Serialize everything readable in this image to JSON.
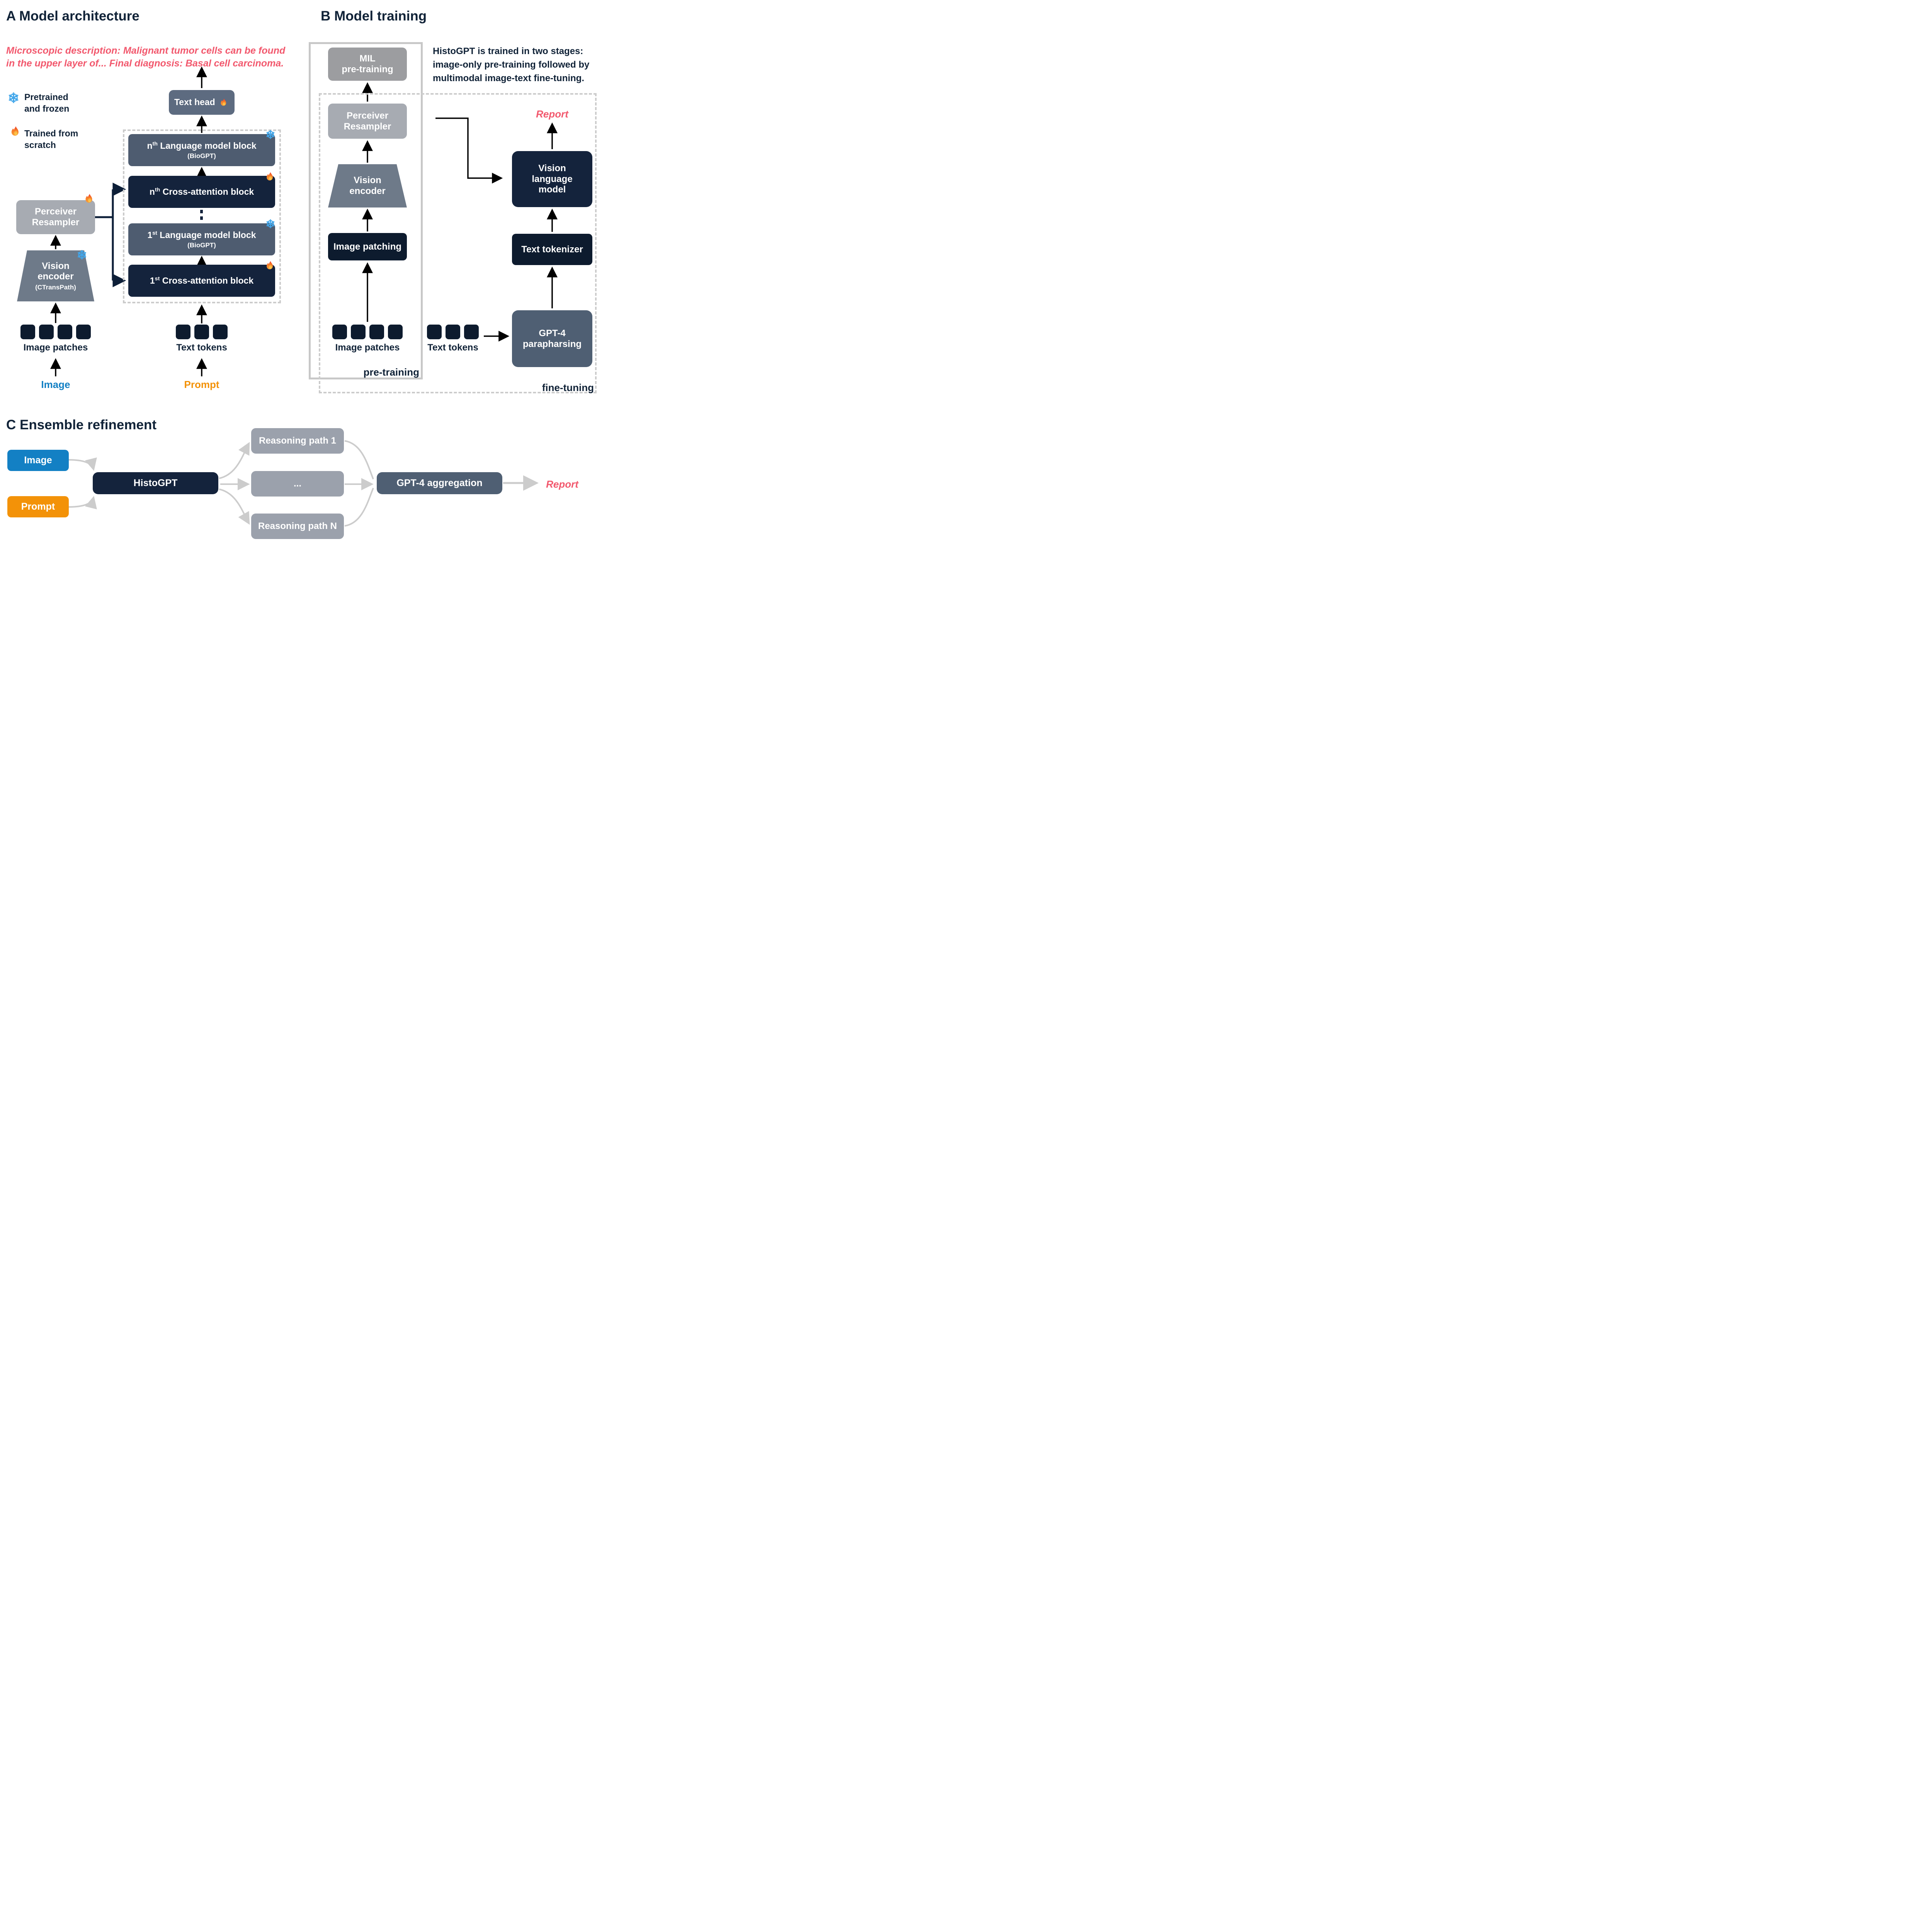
{
  "icons": {
    "snowflake_glyph": "❄"
  },
  "colors": {
    "ink": "#112338",
    "navy_block": "#14233c",
    "slate_block": "#4e5c70",
    "slate_light_block": "#5d6b80",
    "gray_block": "#9c9da0",
    "light_gray_block": "#a7abb2",
    "vision_gray": "#6e7a89",
    "reasoning_gray": "#9ba1ac",
    "gpt4_slate": "#4f5f73",
    "token_dark": "#0d1b2e",
    "blue": "#1380c4",
    "orange": "#f39208",
    "pink": "#f2596e",
    "border_gray": "#c8c8c8",
    "connector_gray": "#cccccc",
    "snowflake_blue": "#41a6ea"
  },
  "panelA": {
    "title": "A Model architecture",
    "annotation": {
      "line1": "Microscopic description: Malignant tumor cells can be found",
      "line2": "in the upper layer of... Final diagnosis: Basal cell carcinoma."
    },
    "legend": {
      "frozen_line1": "Pretrained",
      "frozen_line2": "and frozen",
      "scratch_line1": "Trained from",
      "scratch_line2": "scratch"
    },
    "text_head": "Text head",
    "lm_n": {
      "prefix": "n",
      "sup": "th",
      "rest": " Language model block",
      "sub": "(BioGPT)"
    },
    "cross_n": {
      "prefix": "n",
      "sup": "th",
      "rest": " Cross-attention block"
    },
    "lm_1": {
      "prefix": "1",
      "sup": "st",
      "rest": " Language model block",
      "sub": "(BioGPT)"
    },
    "cross_1": {
      "prefix": "1",
      "sup": "st",
      "rest": " Cross-attention block"
    },
    "perceiver": {
      "line1": "Perceiver",
      "line2": "Resampler"
    },
    "vision": {
      "line1": "Vision",
      "line2": "encoder",
      "sub": "(CTransPath)"
    },
    "image_patches_label": "Image patches",
    "text_tokens_label": "Text tokens",
    "image_label": "Image",
    "prompt_label": "Prompt"
  },
  "panelB": {
    "title": "B Model training",
    "mil": {
      "line1": "MIL",
      "line2": "pre-training"
    },
    "description": {
      "line1": "HistoGPT is trained in two stages:",
      "line2": "image-only pre-training followed by",
      "line3": "multimodal image-text fine-tuning."
    },
    "report_label": "Report",
    "perceiver": {
      "line1": "Perceiver",
      "line2": "Resampler"
    },
    "vision": {
      "line1": "Vision",
      "line2": "encoder"
    },
    "image_patching": "Image patching",
    "vlm": {
      "line1": "Vision",
      "line2": "language",
      "line3": "model"
    },
    "text_tokenizer": "Text tokenizer",
    "gpt4": {
      "line1": "GPT-4",
      "line2": "parapharsing"
    },
    "image_patches_label": "Image patches",
    "text_tokens_label": "Text tokens",
    "stage_pretraining": "pre-training",
    "stage_finetuning": "fine-tuning"
  },
  "panelC": {
    "title": "C Ensemble refinement",
    "image_label": "Image",
    "prompt_label": "Prompt",
    "histogpt": "HistoGPT",
    "reasoning_path_1": "Reasoning path 1",
    "reasoning_path_mid": "...",
    "reasoning_path_n": "Reasoning path N",
    "aggregation": "GPT-4 aggregation",
    "report_label": "Report"
  }
}
